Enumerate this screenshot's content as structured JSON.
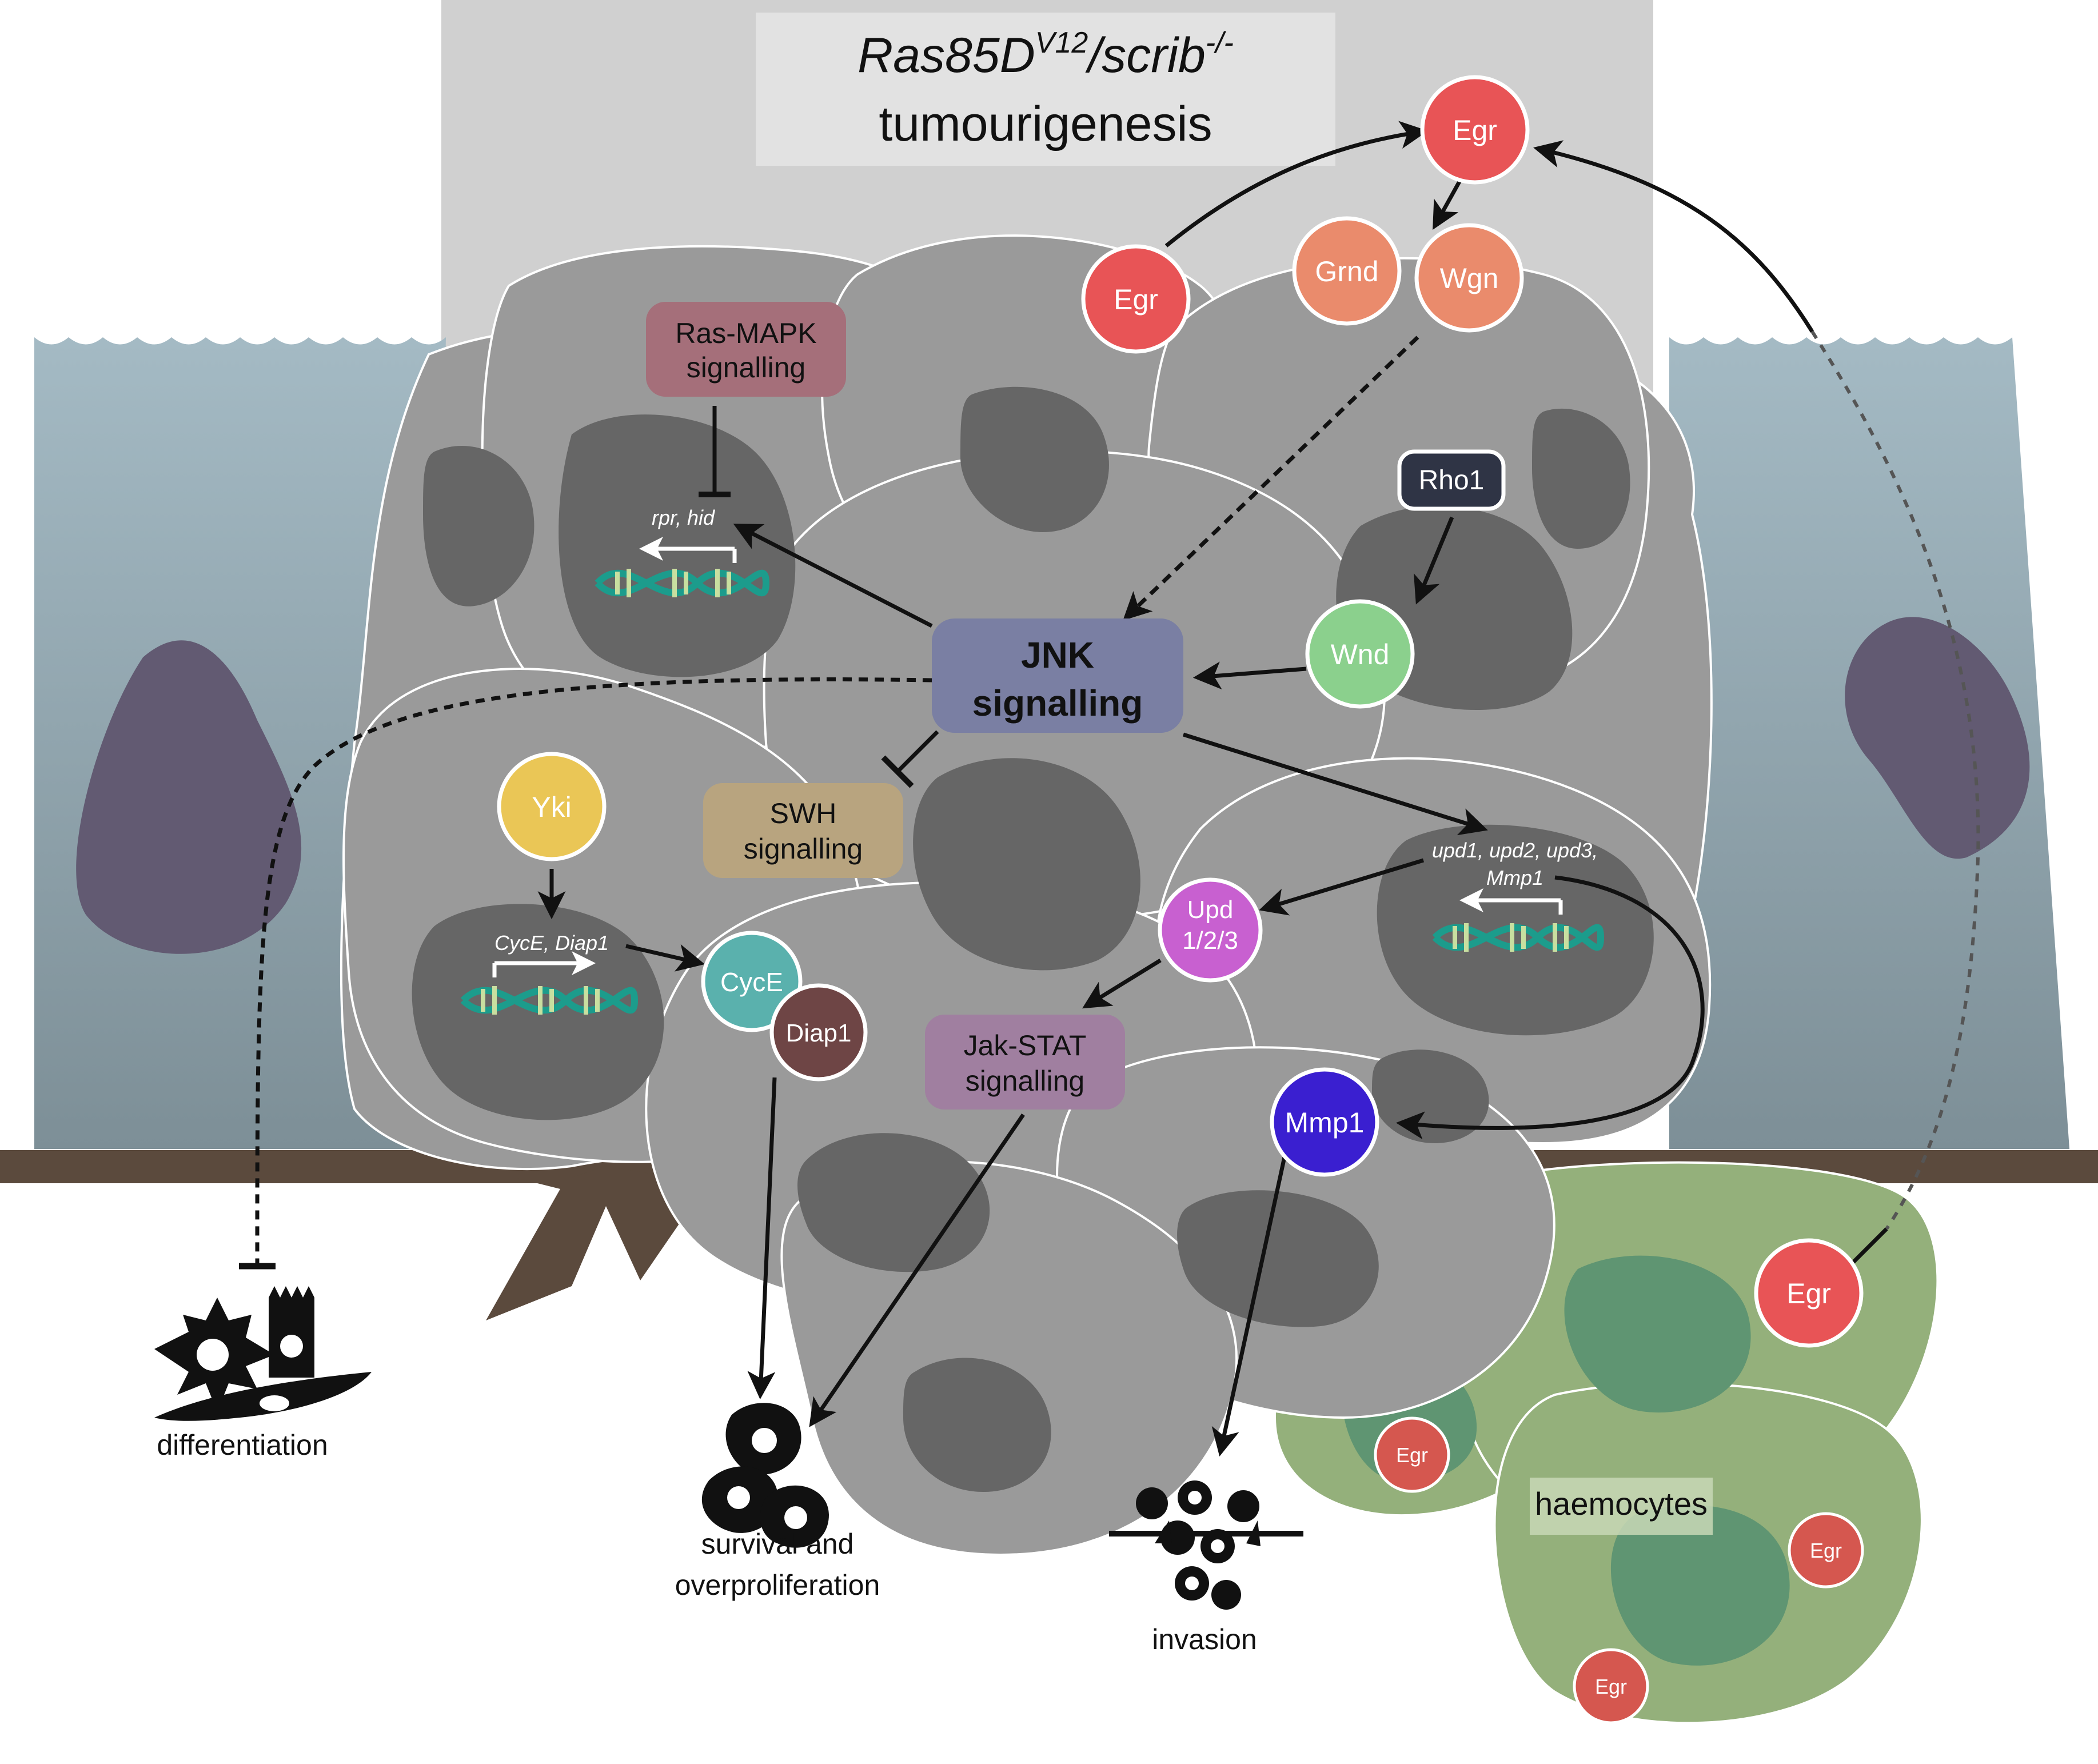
{
  "title": {
    "line1_main": "Ras85D",
    "line1_sup": "V12",
    "line1_sep": "/",
    "line1_gene": "scrib",
    "line1_sup2": "-/-",
    "line2": "tumourigenesis"
  },
  "nodes": {
    "egr_top": "Egr",
    "egr_cell": "Egr",
    "grnd": "Grnd",
    "wgn": "Wgn",
    "rho1": "Rho1",
    "wnd": "Wnd",
    "jnk_line1": "JNK",
    "jnk_line2": "signalling",
    "ras_line1": "Ras-MAPK",
    "ras_line2": "signalling",
    "swh_line1": "SWH",
    "swh_line2": "signalling",
    "jak_line1": "Jak-STAT",
    "jak_line2": "signalling",
    "yki": "Yki",
    "cyce": "CycE",
    "diap1": "Diap1",
    "upd_line1": "Upd",
    "upd_line2": "1/2/3",
    "mmp1": "Mmp1",
    "egr_haemo_big": "Egr",
    "egr_haemo_a": "Egr",
    "egr_haemo_b": "Egr",
    "egr_haemo_c": "Egr"
  },
  "gene_labels": {
    "rpr_hid": "rpr, hid",
    "cyce_diap1": "CycE, Diap1",
    "upd_line1": "upd1, upd2, upd3,",
    "upd_line2": "Mmp1"
  },
  "outcomes": {
    "differentiation": "differentiation",
    "survival_line1": "survival and",
    "survival_line2": "overproliferation",
    "invasion": "invasion",
    "haemocytes": "haemocytes"
  },
  "colors": {
    "epithelium": "#8fa3ad",
    "basement_membrane": "#5a4a3f",
    "tumour_cell": "#9a9a9a",
    "nucleus": "#666666",
    "background_box": "#d0d0d0",
    "jnk": "#7a7fa3",
    "ras_mapk": "#a56f7a",
    "swh": "#b8a47f",
    "jak_stat": "#a07fa0",
    "egr": "#e85456",
    "grnd_wgn": "#ea8b6c",
    "rho1": "#2f3445",
    "wnd": "#8bd08d",
    "yki": "#eac656",
    "cyce": "#5ab1ad",
    "diap1": "#6e4545",
    "upd": "#c860d0",
    "mmp1": "#3a1fd0",
    "haemocyte": "#94b07b",
    "haemocyte_nucleus": "#5f9572"
  }
}
